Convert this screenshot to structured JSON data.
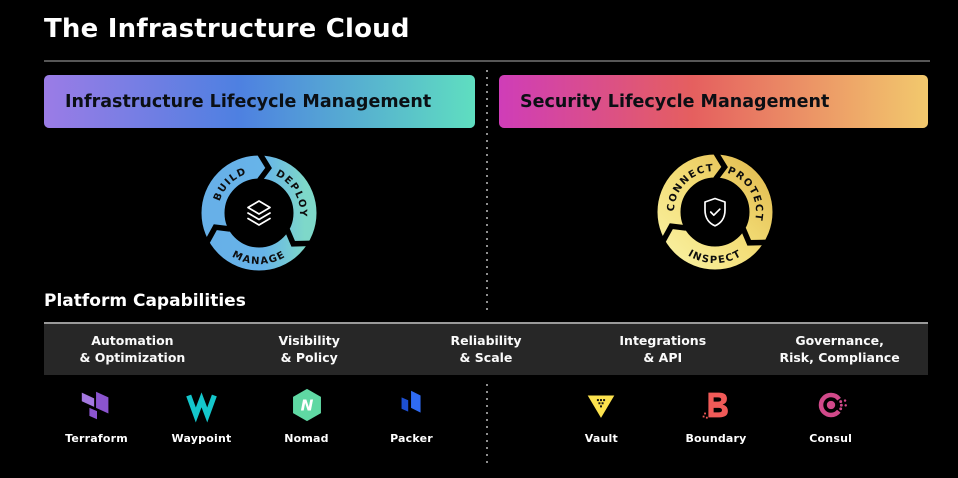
{
  "title": "The Infrastructure Cloud",
  "sections": {
    "ilm": {
      "banner": "Infrastructure Lifecycle Management",
      "cycle": [
        "BUILD",
        "DEPLOY",
        "MANAGE"
      ],
      "center_icon": "layers-icon"
    },
    "slm": {
      "banner": "Security Lifecycle Management",
      "cycle": [
        "CONNECT",
        "PROTECT",
        "INSPECT"
      ],
      "center_icon": "shield-check-icon"
    }
  },
  "platform": {
    "heading": "Platform Capabilities",
    "capabilities": [
      {
        "line1": "Automation",
        "line2": "& Optimization"
      },
      {
        "line1": "Visibility",
        "line2": "& Policy"
      },
      {
        "line1": "Reliability",
        "line2": "& Scale"
      },
      {
        "line1": "Integrations",
        "line2": "& API"
      },
      {
        "line1": "Governance,",
        "line2": "Risk, Compliance"
      }
    ]
  },
  "products": {
    "ilm": [
      {
        "name": "Terraform",
        "color": "#8b54cf"
      },
      {
        "name": "Waypoint",
        "color": "#14c6cb"
      },
      {
        "name": "Nomad",
        "color": "#5fd8a3"
      },
      {
        "name": "Packer",
        "color": "#2f6bf2"
      }
    ],
    "slm": [
      {
        "name": "Vault",
        "color": "#fce24e"
      },
      {
        "name": "Boundary",
        "color": "#f05a58"
      },
      {
        "name": "Consul",
        "color": "#d1498a"
      }
    ]
  },
  "colors": {
    "background": "#000000",
    "capabilities_bar": "#272727",
    "ilm_banner_gradient": [
      "#9b7ce6",
      "#4e80e1",
      "#5fdec0"
    ],
    "slm_banner_gradient": [
      "#cf3db8",
      "#e55f5f",
      "#f2c96d"
    ],
    "ilm_ring": [
      "#67b0e8",
      "#7ed8c9"
    ],
    "slm_ring": [
      "#e3bd52",
      "#f9f0a0"
    ]
  }
}
